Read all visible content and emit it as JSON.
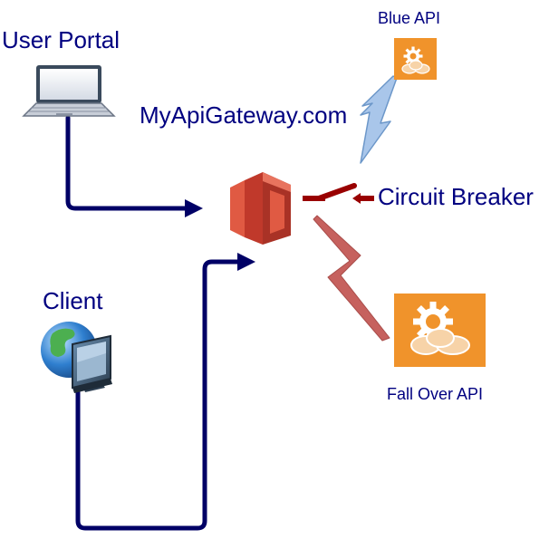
{
  "labels": {
    "user_portal": "User Portal",
    "gateway": "MyApiGateway.com",
    "blue_api": "Blue API",
    "circuit_breaker": "Circuit Breaker",
    "client": "Client",
    "fall_over_api": "Fall Over API"
  },
  "colors": {
    "label_text": "#000080",
    "connector": "#000066",
    "gateway_dark": "#A93226",
    "gateway_mid": "#C0392B",
    "gateway_light": "#E05A43",
    "api_orange": "#F0932B",
    "breaker": "#990000",
    "bolt_blue": "#A9C6EA",
    "bolt_red": "#C0504D"
  },
  "icons": {
    "user_portal": "laptop-icon",
    "client": "globe-monitor-icon",
    "gateway": "api-gateway-icon",
    "blue_api": "cloud-service-icon",
    "fall_over_api": "cloud-service-icon",
    "circuit_breaker": "switch-icon"
  }
}
